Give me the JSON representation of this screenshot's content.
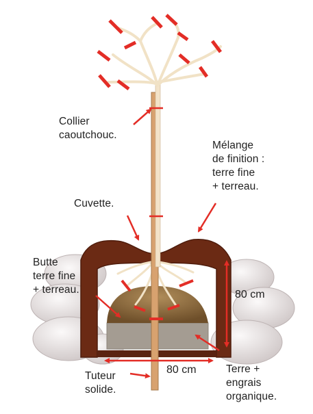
{
  "labels": {
    "collier": [
      "Collier",
      "caoutchouc."
    ],
    "melange": [
      "Mélange",
      "de finition :",
      "terre fine",
      "+ terreau."
    ],
    "cuvette": [
      "Cuvette."
    ],
    "butte": [
      "Butte",
      "terre fine",
      "+ terreau."
    ],
    "tuteur": [
      "Tuteur",
      "solide."
    ],
    "terre": [
      "Terre +",
      "engrais",
      "organique."
    ]
  },
  "dimensions": {
    "depth": "80 cm",
    "width": "80 cm"
  },
  "colors": {
    "soil": "#6b2a14",
    "soil_dark": "#4e1c0c",
    "stake": "#d8a26f",
    "trunk": "#f3e3c9",
    "arrow": "#e32d26",
    "gravel": "#a49c92",
    "stone": "#e6e0e0",
    "mound": "#8a6a3f"
  }
}
